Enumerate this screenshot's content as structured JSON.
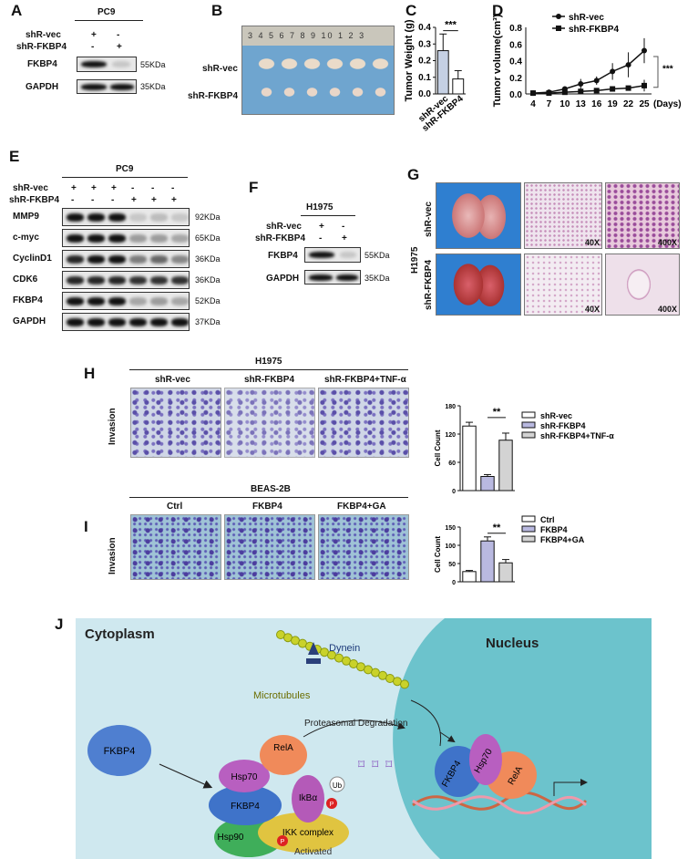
{
  "panelA": {
    "label": "A",
    "cell": "PC9",
    "rows": [
      "shR-vec",
      "shR-FKBP4"
    ],
    "signs": [
      [
        "+",
        "-"
      ],
      [
        "-",
        "+"
      ]
    ],
    "blots": [
      {
        "name": "FKBP4",
        "kda": "55KDa"
      },
      {
        "name": "GAPDH",
        "kda": "35KDa"
      }
    ]
  },
  "panelB": {
    "label": "B",
    "rows": [
      "shR-vec",
      "shR-FKBP4"
    ],
    "ruler": "3 4 5 6 7 8 9 10 1 2 3"
  },
  "panelE": {
    "label": "E",
    "cell": "PC9",
    "rows": [
      "shR-vec",
      "shR-FKBP4"
    ],
    "signs": [
      [
        "+",
        "+",
        "+",
        "-",
        "-",
        "-"
      ],
      [
        "-",
        "-",
        "-",
        "+",
        "+",
        "+"
      ]
    ],
    "blots": [
      {
        "name": "MMP9",
        "kda": "92KDa"
      },
      {
        "name": "c-myc",
        "kda": "65KDa"
      },
      {
        "name": "CyclinD1",
        "kda": "36KDa"
      },
      {
        "name": "CDK6",
        "kda": "36KDa"
      },
      {
        "name": "FKBP4",
        "kda": "52KDa"
      },
      {
        "name": "GAPDH",
        "kda": "37KDa"
      }
    ]
  },
  "panelF": {
    "label": "F",
    "cell": "H1975",
    "rows": [
      "shR-vec",
      "shR-FKBP4"
    ],
    "signs": [
      [
        "+",
        "-"
      ],
      [
        "-",
        "+"
      ]
    ],
    "blots": [
      {
        "name": "FKBP4",
        "kda": "55KDa"
      },
      {
        "name": "GAPDH",
        "kda": "35KDa"
      }
    ]
  },
  "panelG": {
    "label": "G",
    "cell": "H1975",
    "rows": [
      "shR-vec",
      "shR-FKBP4"
    ],
    "mag1": "40X",
    "mag2": "400X"
  },
  "panelH": {
    "label": "H",
    "cell": "H1975",
    "cols": [
      "shR-vec",
      "shR-FKBP4",
      "shR-FKBP4+TNF-α"
    ],
    "row": "Invasion"
  },
  "panelI": {
    "label": "I",
    "cell": "BEAS-2B",
    "cols": [
      "Ctrl",
      "FKBP4",
      "FKBP4+GA"
    ],
    "row": "Invasion"
  },
  "panelJ": {
    "label": "J",
    "cytoplasm": "Cytoplasm",
    "nucleus": "Nucleus",
    "dynein": "Dynein",
    "microtubules": "Microtubules",
    "fkbp4": "FKBP4",
    "hsp70": "Hsp70",
    "rela": "RelA",
    "hsp90": "Hsp90",
    "ikba": "IkBα",
    "ikk": "IKK complex",
    "ub": "Ub",
    "p": "P",
    "degradation": "Proteasomal Degradation",
    "activated": "Activated"
  },
  "chart_data": [
    {
      "id": "C",
      "label": "C",
      "type": "bar",
      "categories": [
        "shR-vec",
        "shR-FKBP4"
      ],
      "values": [
        0.26,
        0.09
      ],
      "errors": [
        0.1,
        0.05
      ],
      "ylabel": "Tumor Weight (g)",
      "ylim": [
        0,
        0.4
      ],
      "yticks": [
        "0.0",
        "0.1",
        "0.2",
        "0.3",
        "0.4"
      ],
      "significance": "***",
      "colors": [
        "#c5d0e3",
        "#ffffff"
      ]
    },
    {
      "id": "D",
      "label": "D",
      "type": "line",
      "x": [
        4,
        7,
        10,
        13,
        16,
        19,
        22,
        25
      ],
      "xticks": [
        "4",
        "7",
        "10",
        "13",
        "16",
        "19",
        "22",
        "25"
      ],
      "xunit": "(Days)",
      "ylabel": "Tumor volume(cm³)",
      "ylim": [
        0,
        0.8
      ],
      "yticks": [
        "0.0",
        "0.2",
        "0.4",
        "0.6",
        "0.8"
      ],
      "significance": "***",
      "series": [
        {
          "name": "shR-vec",
          "marker": "circle",
          "values": [
            0.01,
            0.02,
            0.06,
            0.12,
            0.16,
            0.27,
            0.35,
            0.52
          ],
          "errors": [
            0.01,
            0.01,
            0.02,
            0.06,
            0.05,
            0.1,
            0.15,
            0.15
          ]
        },
        {
          "name": "shR-FKBP4",
          "marker": "square",
          "values": [
            0.01,
            0.01,
            0.02,
            0.03,
            0.04,
            0.06,
            0.07,
            0.1
          ],
          "errors": [
            0.01,
            0.01,
            0.01,
            0.01,
            0.02,
            0.02,
            0.03,
            0.07
          ]
        }
      ]
    },
    {
      "id": "H",
      "type": "bar",
      "categories": [
        "shR-vec",
        "shR-FKBP4",
        "shR-FKBP4+TNF-α"
      ],
      "values": [
        137,
        30,
        107
      ],
      "errors": [
        8,
        4,
        15
      ],
      "ylabel": "Cell Count",
      "ylim": [
        0,
        180
      ],
      "yticks": [
        "0",
        "60",
        "120",
        "180"
      ],
      "significance": "**",
      "colors": [
        "#ffffff",
        "#b9b9e0",
        "#d3d3d3"
      ],
      "legend": "right"
    },
    {
      "id": "I",
      "type": "bar",
      "categories": [
        "Ctrl",
        "FKBP4",
        "FKBP4+GA"
      ],
      "values": [
        28,
        112,
        52
      ],
      "errors": [
        3,
        11,
        9
      ],
      "ylabel": "Cell Count",
      "ylim": [
        0,
        150
      ],
      "yticks": [
        "0",
        "50",
        "100",
        "150"
      ],
      "significance": "**",
      "colors": [
        "#ffffff",
        "#b9b9e0",
        "#d3d3d3"
      ],
      "legend": "right"
    }
  ]
}
